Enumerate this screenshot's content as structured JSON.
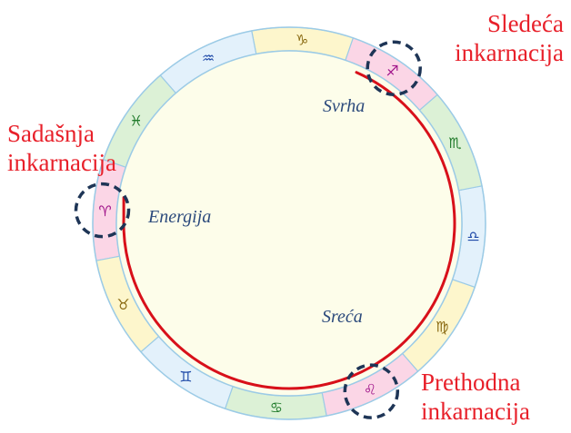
{
  "labels": {
    "next_incarnation": [
      "Sledeća",
      "inkarnacija"
    ],
    "current_incarnation": [
      "Sadašnja",
      "inkarnacija"
    ],
    "previous_incarnation": [
      "Prethodna",
      "inkarnacija"
    ],
    "purpose": "Svrha",
    "energy": "Energija",
    "luck": "Sreća"
  },
  "zodiac": {
    "glyphs": [
      "♈",
      "♉",
      "♊",
      "♋",
      "♌",
      "♍",
      "♎",
      "♏",
      "♐",
      "♑",
      "♒",
      "♓"
    ],
    "names": [
      "aries-icon",
      "taurus-icon",
      "gemini-icon",
      "cancer-icon",
      "leo-icon",
      "virgo-icon",
      "libra-icon",
      "scorpio-icon",
      "sagittarius-icon",
      "capricorn-icon",
      "aquarius-icon",
      "pisces-icon"
    ],
    "sector_colors": [
      "#fbd6e6",
      "#fdf6cc",
      "#e3f1fb",
      "#dcf1d6",
      "#fbd6e6",
      "#fdf6cc",
      "#e3f1fb",
      "#dcf1d6",
      "#fbd6e6",
      "#fdf6cc",
      "#e3f1fb",
      "#dcf1d6"
    ],
    "glyph_colors": [
      "#a0148a",
      "#8a6a12",
      "#1f4aa8",
      "#1f7a2a",
      "#a0148a",
      "#8a6a12",
      "#1f4aa8",
      "#1f7a2a",
      "#a0148a",
      "#8a6a12",
      "#1f4aa8",
      "#1f7a2a"
    ]
  },
  "colors": {
    "inner_fill": "#fdfdea",
    "ring_stroke": "#9ccbe6",
    "arc": "#d8101a",
    "highlight_circle": "#1e3556",
    "label_red": "#e8202a",
    "label_blue": "#2c4a7c"
  }
}
